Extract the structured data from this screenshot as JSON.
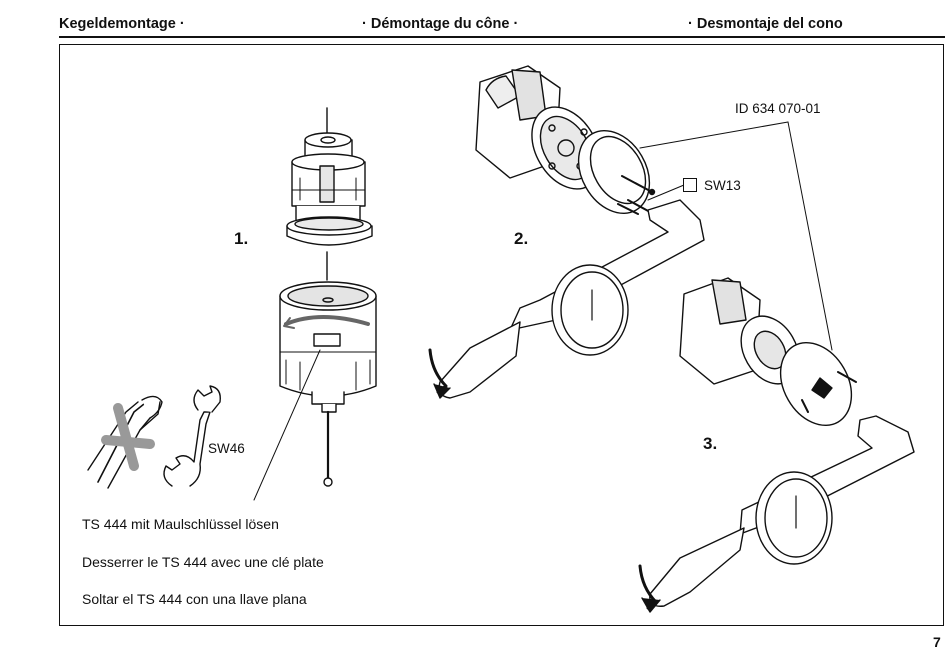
{
  "header": {
    "de": "Kegeldemontage ·",
    "fr": "· Démontage du cône ·",
    "es": "· Desmontaje del cono"
  },
  "steps": [
    "1.",
    "2.",
    "3."
  ],
  "labels": {
    "part_id": "ID 634 070-01",
    "wrench_small": "SW13",
    "wrench_large": "SW46"
  },
  "instructions": [
    "TS 444 mit Maulschlüssel lösen",
    "Desserrer le TS 444 avec une clé plate",
    "Soltar el TS 444 con una llave plana"
  ],
  "page_number": "7"
}
